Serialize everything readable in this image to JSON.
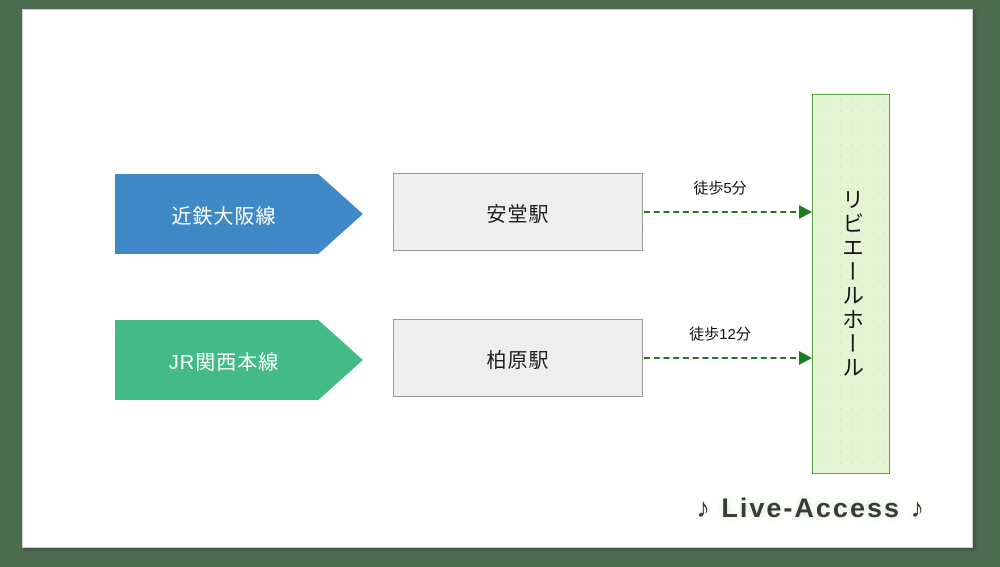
{
  "page": {
    "background_color": "#4d6b4f",
    "card_background": "#ffffff"
  },
  "diagram": {
    "type": "access-route-diagram",
    "rail_lines": [
      {
        "label": "近鉄大阪線",
        "shape": "pentagon-arrow",
        "fill_color": "#4089c7",
        "text_color": "#ffffff"
      },
      {
        "label": "JR関西本線",
        "shape": "pentagon-arrow",
        "fill_color": "#42bb87",
        "text_color": "#ffffff"
      }
    ],
    "stations": [
      {
        "label": "安堂駅",
        "fill_color": "#eeeeee",
        "border_color": "#9a9a9a"
      },
      {
        "label": "柏原駅",
        "fill_color": "#eeeeee",
        "border_color": "#9a9a9a"
      }
    ],
    "connectors": [
      {
        "label": "徒歩5分",
        "style": "dashed-arrow",
        "color": "#1d7a1d"
      },
      {
        "label": "徒歩12分",
        "style": "dashed-arrow",
        "color": "#1d7a1d"
      }
    ],
    "destination": {
      "label": "リビエールホール",
      "orientation": "vertical",
      "fill_color": "#e4f5d3",
      "border_color": "#57a23d"
    }
  },
  "watermark": {
    "text": "♪ Live-Access ♪",
    "color": "#3a3a3a"
  }
}
